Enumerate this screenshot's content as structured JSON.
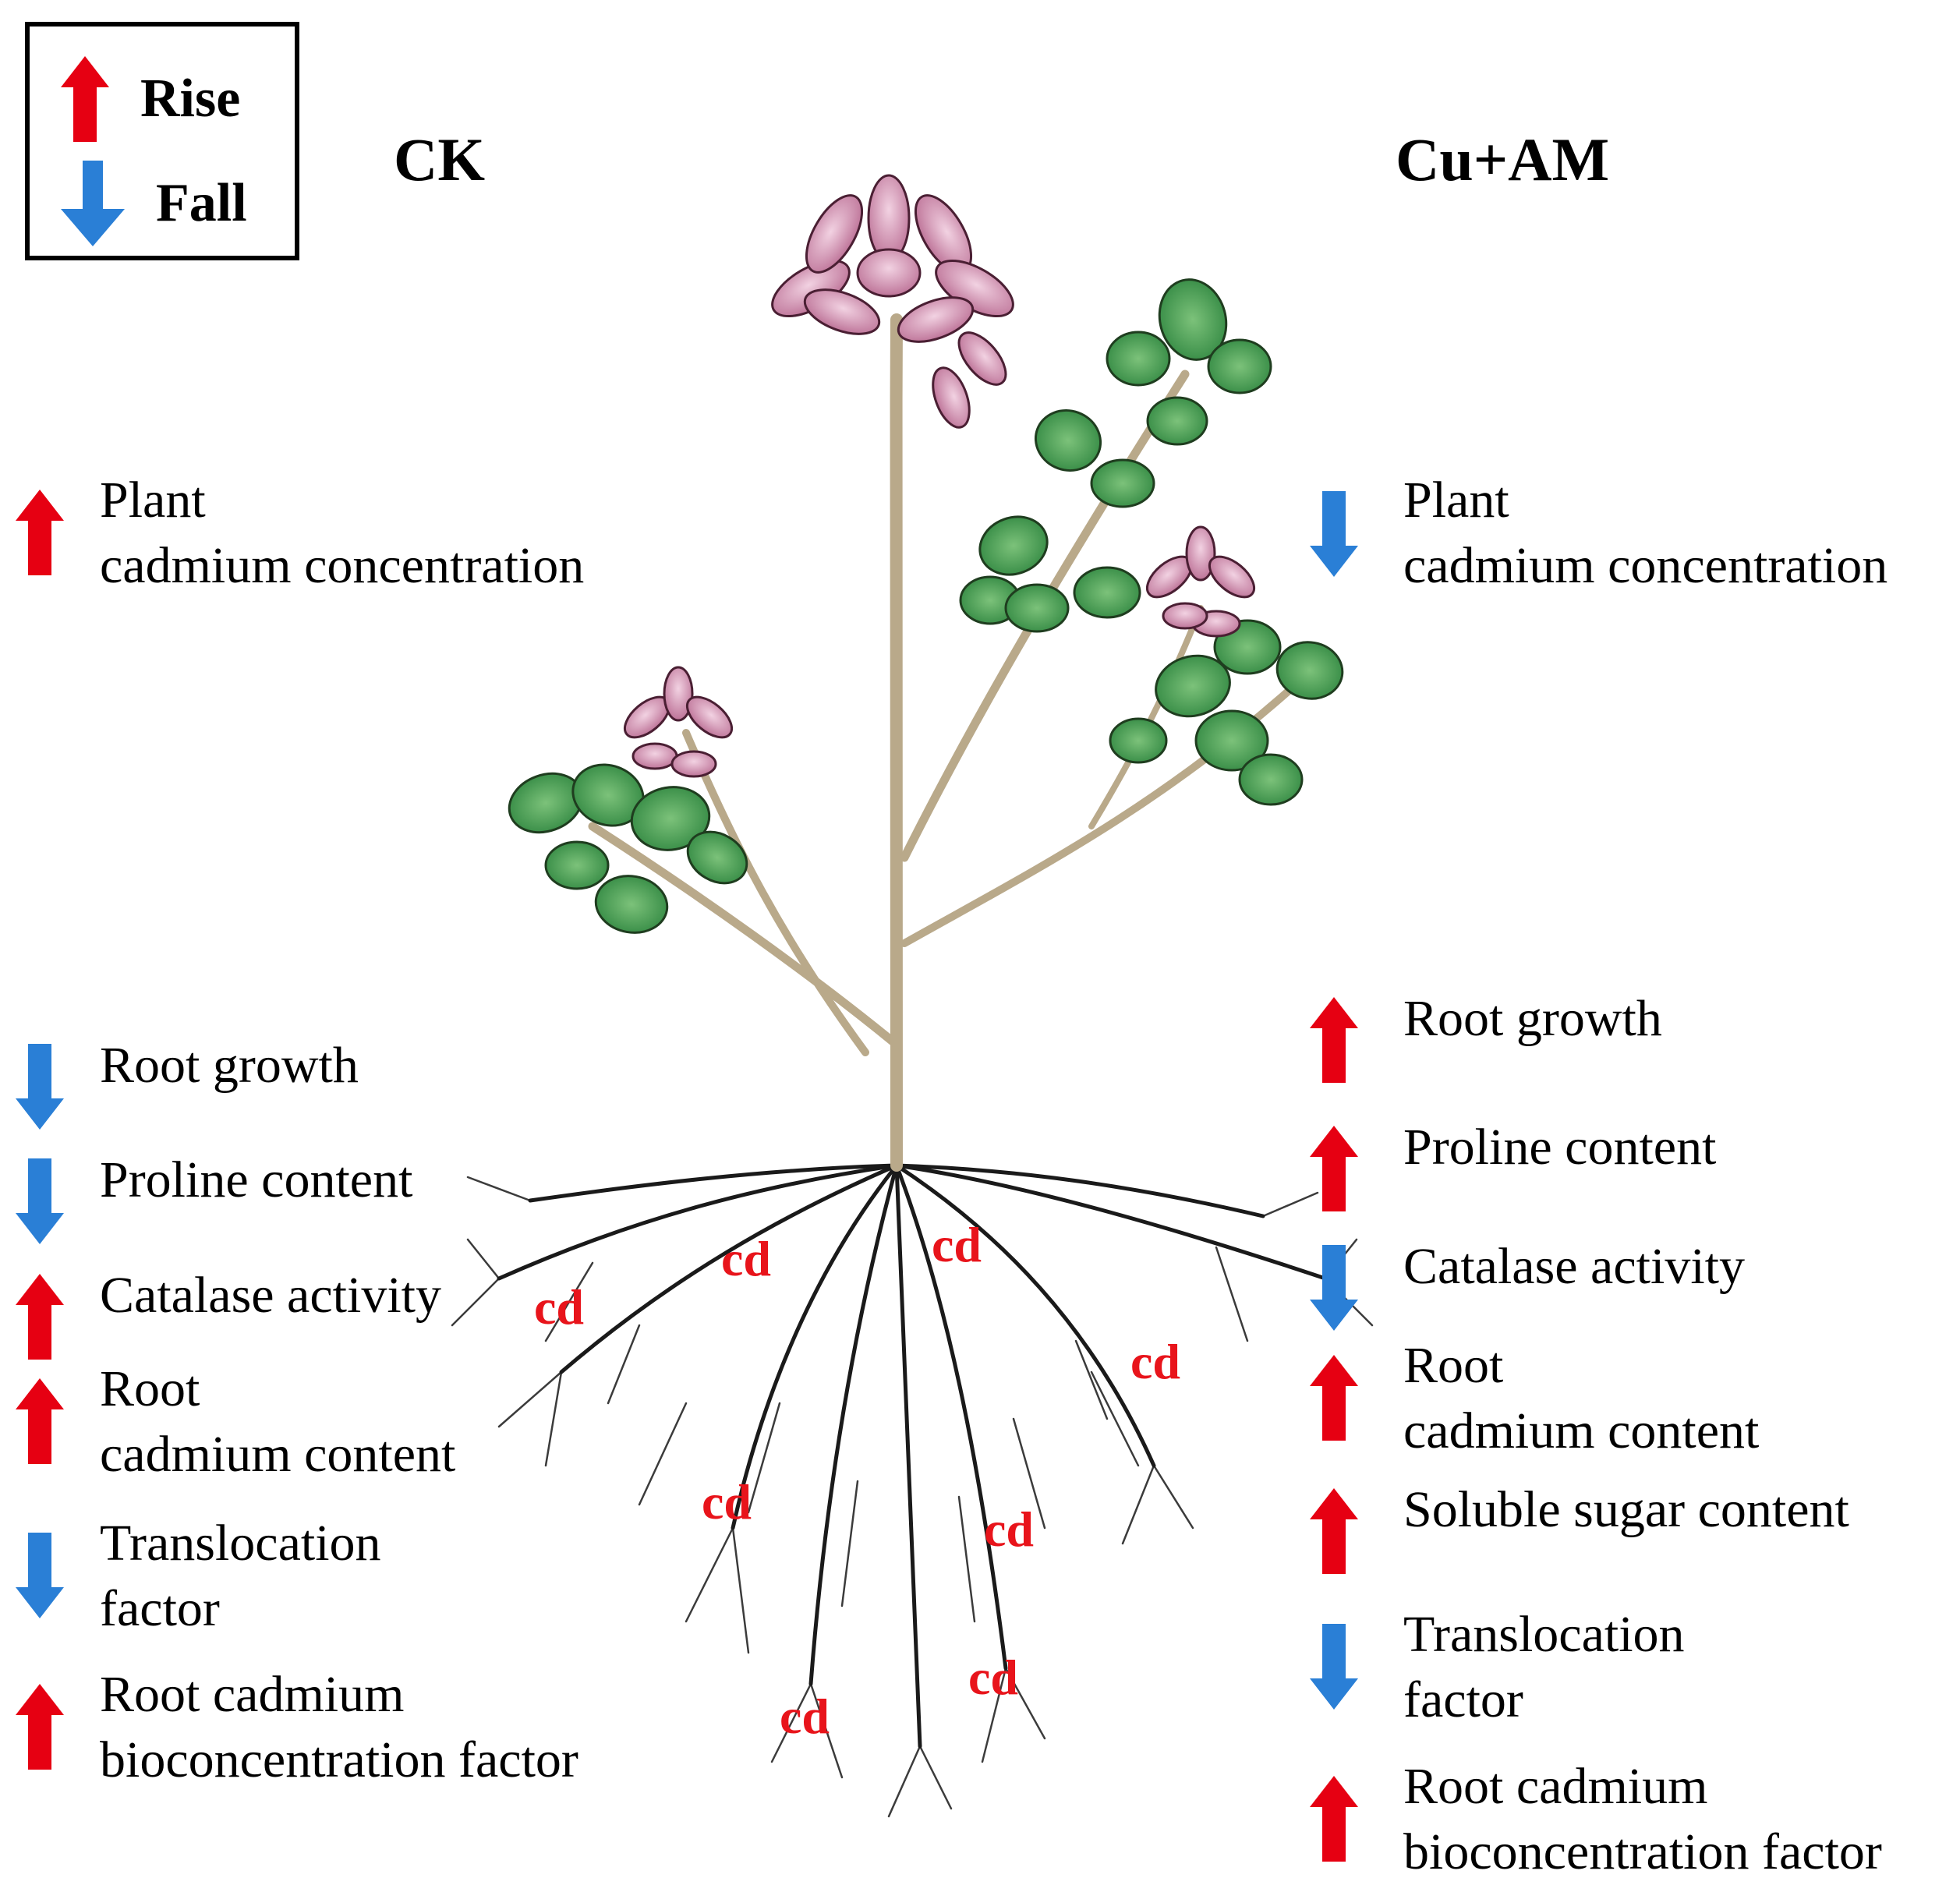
{
  "legend": {
    "rise": "Rise",
    "fall": "Fall"
  },
  "headings": {
    "left": "CK",
    "right": "Cu+AM"
  },
  "colors": {
    "rise": "#e60012",
    "fall": "#2a7fd6",
    "cd": "#e8141b",
    "leaf": "#3d9a48",
    "flower": "#c77a9e",
    "stem": "#b9a98a",
    "root": "#1a1a1a"
  },
  "ck": [
    {
      "dir": "rise",
      "lines": [
        "Plant",
        "cadmium concentration"
      ]
    },
    {
      "dir": "fall",
      "lines": [
        "Root growth"
      ]
    },
    {
      "dir": "fall",
      "lines": [
        "Proline content"
      ]
    },
    {
      "dir": "rise",
      "lines": [
        "Catalase activity"
      ]
    },
    {
      "dir": "rise",
      "lines": [
        "Root",
        "cadmium content"
      ]
    },
    {
      "dir": "fall",
      "lines": [
        "Translocation",
        "factor"
      ]
    },
    {
      "dir": "rise",
      "lines": [
        "Root cadmium",
        "bioconcentration factor"
      ]
    }
  ],
  "cu_am": [
    {
      "dir": "fall",
      "lines": [
        "Plant",
        "cadmium concentration"
      ]
    },
    {
      "dir": "rise",
      "lines": [
        "Root growth"
      ]
    },
    {
      "dir": "rise",
      "lines": [
        "Proline content"
      ]
    },
    {
      "dir": "fall",
      "lines": [
        "Catalase activity"
      ]
    },
    {
      "dir": "rise",
      "lines": [
        "Root",
        "cadmium content"
      ]
    },
    {
      "dir": "rise",
      "lines": [
        "Soluble sugar content"
      ]
    },
    {
      "dir": "fall",
      "lines": [
        "Translocation",
        "factor"
      ]
    },
    {
      "dir": "rise",
      "lines": [
        "Root cadmium",
        "bioconcentration factor"
      ]
    }
  ],
  "cd_label": "cd"
}
